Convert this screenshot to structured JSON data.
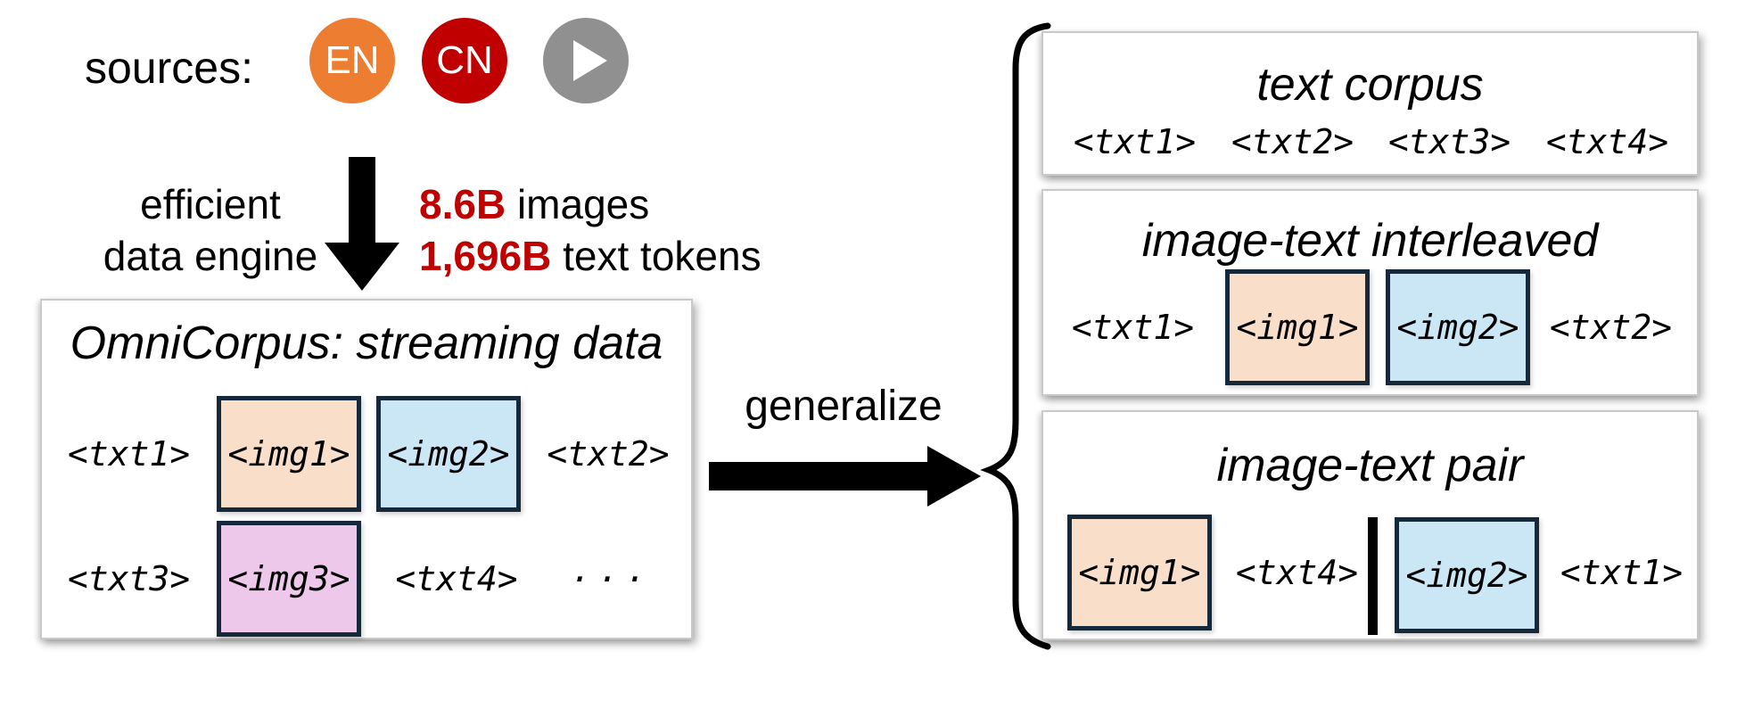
{
  "colors": {
    "accent_red": "#C00000",
    "badge_en": "#ED7D31",
    "badge_cn": "#C00000",
    "badge_video": "#909090",
    "img1_fill": "#F9DEC9",
    "img2_fill": "#CBE7F5",
    "img3_fill": "#EEC8EB",
    "img_border": "#16293B"
  },
  "sources": {
    "label": "sources:",
    "badge_en": "EN",
    "badge_cn": "CN"
  },
  "engine": {
    "line1": "efficient",
    "line2": "data engine"
  },
  "stats": {
    "images_value": "8.6B",
    "images_suffix": " images",
    "tokens_value": "1,696B",
    "tokens_suffix": " text tokens"
  },
  "omnicorpus": {
    "title": "OmniCorpus: streaming data",
    "row1": {
      "t1": "<txt1>",
      "img1": "<img1>",
      "img2": "<img2>",
      "t2": "<txt2>"
    },
    "row2": {
      "t3": "<txt3>",
      "img3": "<img3>",
      "t4": "<txt4>",
      "dots": "..."
    }
  },
  "generalize": {
    "label": "generalize"
  },
  "outputs": {
    "text_corpus": {
      "title": "text corpus",
      "tokens": [
        "<txt1>",
        "<txt2>",
        "<txt3>",
        "<txt4>"
      ]
    },
    "interleaved": {
      "title": "image-text interleaved",
      "t1": "<txt1>",
      "img1": "<img1>",
      "img2": "<img2>",
      "t2": "<txt2>"
    },
    "pair": {
      "title": "image-text pair",
      "img1": "<img1>",
      "t4": "<txt4>",
      "img2": "<img2>",
      "t1": "<txt1>"
    }
  }
}
